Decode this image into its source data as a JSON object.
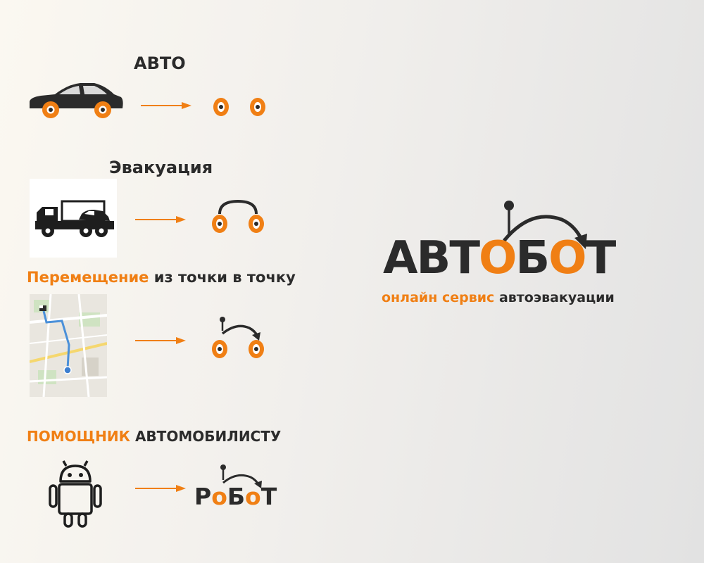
{
  "colors": {
    "orange": "#f07f14",
    "dark": "#2b2b2b"
  },
  "sections": [
    {
      "title": "АВТО",
      "icon": "car-icon",
      "symbol": "two-eyes"
    },
    {
      "title": "Эвакуация",
      "icon": "tow-truck-icon",
      "symbol": "eyes-with-arc"
    },
    {
      "title_accent": "Перемещение",
      "title_rest": " из точки в точку",
      "icon": "map-route-icon",
      "symbol": "eyes-with-arrow"
    },
    {
      "title_accent": "ПОМОЩНИК",
      "title_rest": " АВТОМОБИЛИСТУ",
      "icon": "android-robot-icon",
      "symbol": "robot-word"
    }
  ],
  "robot_word": {
    "letters": [
      "Р",
      "о",
      "Б",
      "о",
      "Т"
    ]
  },
  "logo": {
    "letters": [
      "А",
      "В",
      "Т",
      "О",
      "Б",
      "О",
      "Т"
    ],
    "tagline_accent": "онлайн сервис",
    "tagline_rest": "автоэвакуации"
  }
}
